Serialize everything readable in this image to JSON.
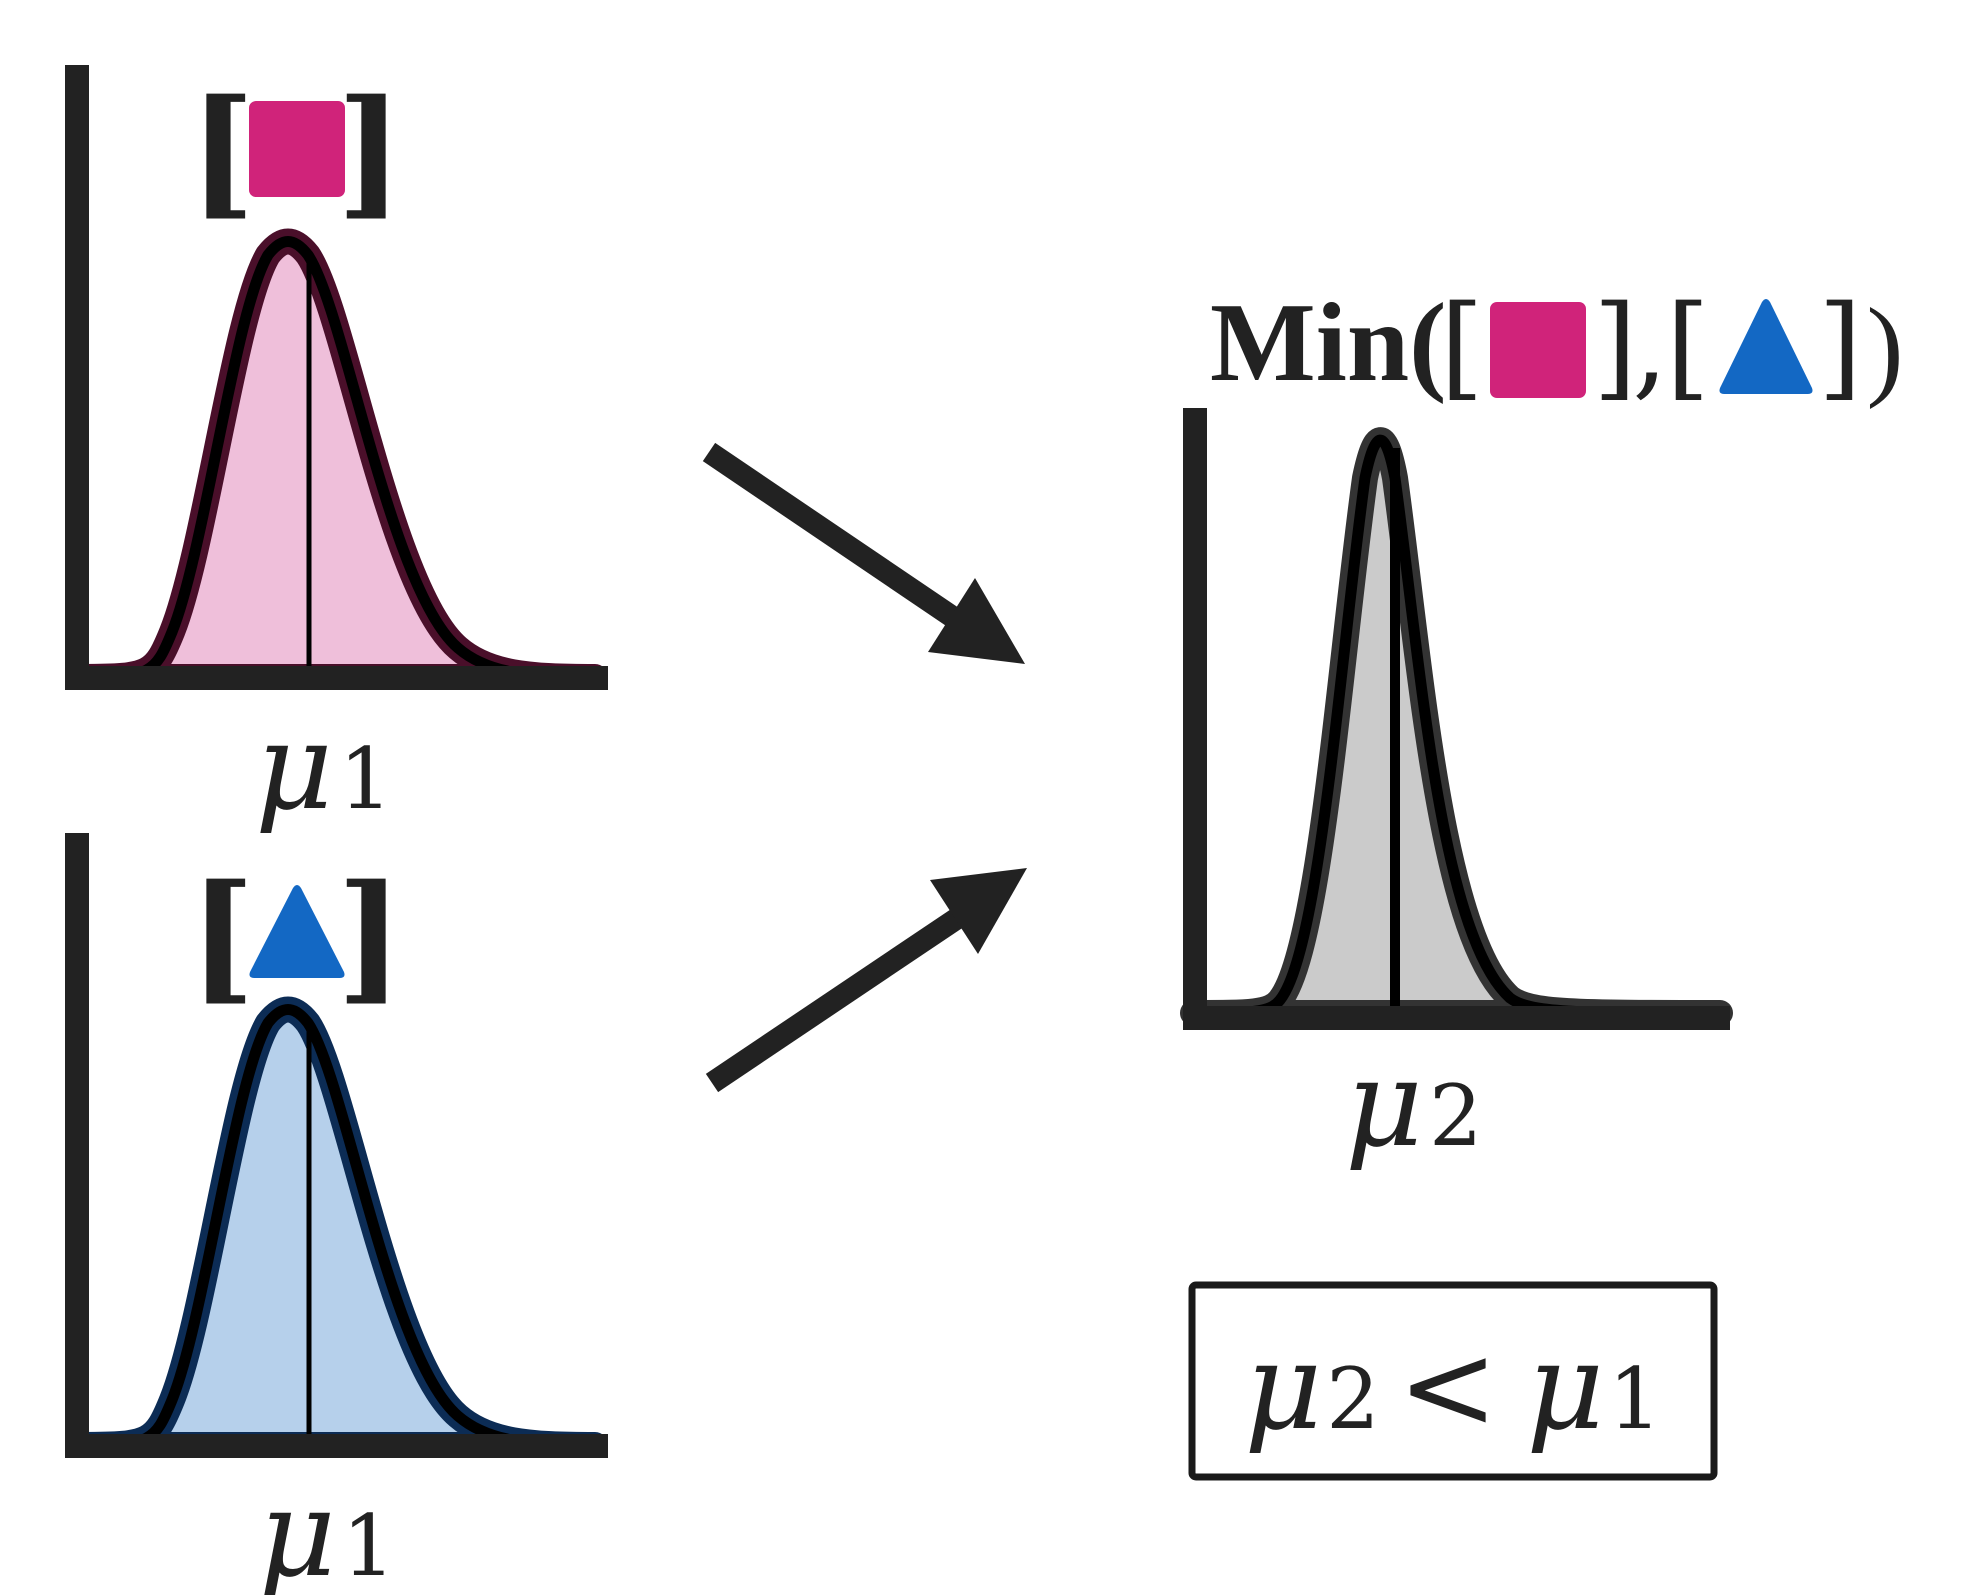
{
  "colors": {
    "ink": "#222222",
    "magenta": "#d0237a",
    "magenta_fill": "#efbfda",
    "magenta_edge": "#4a0f2a",
    "blue": "#1368c4",
    "blue_fill": "#b6d0eb",
    "blue_edge": "#0c2c55",
    "gray_fill": "#cbcbcb",
    "gray_edge": "#333333"
  },
  "icons": {
    "square": "magenta-square-icon",
    "triangle": "blue-triangle-icon",
    "arrow": "right-arrow-icon"
  },
  "panels": {
    "top_left": {
      "bracket_open": "[",
      "bracket_close": "]",
      "mean_symbol": "μ",
      "mean_subscript": "1"
    },
    "bottom_left": {
      "bracket_open": "[",
      "bracket_close": "]",
      "mean_symbol": "μ",
      "mean_subscript": "1"
    },
    "right": {
      "function_name": "Min(",
      "open_1": "[",
      "close_1": "]",
      "comma": ",",
      "open_2": "[",
      "close_2": "]",
      "close_paren": ")",
      "mean_symbol": "μ",
      "mean_subscript": "2"
    }
  },
  "inequality": {
    "left_symbol": "μ",
    "left_subscript": "2",
    "operator": "<",
    "right_symbol": "μ",
    "right_subscript": "1"
  }
}
